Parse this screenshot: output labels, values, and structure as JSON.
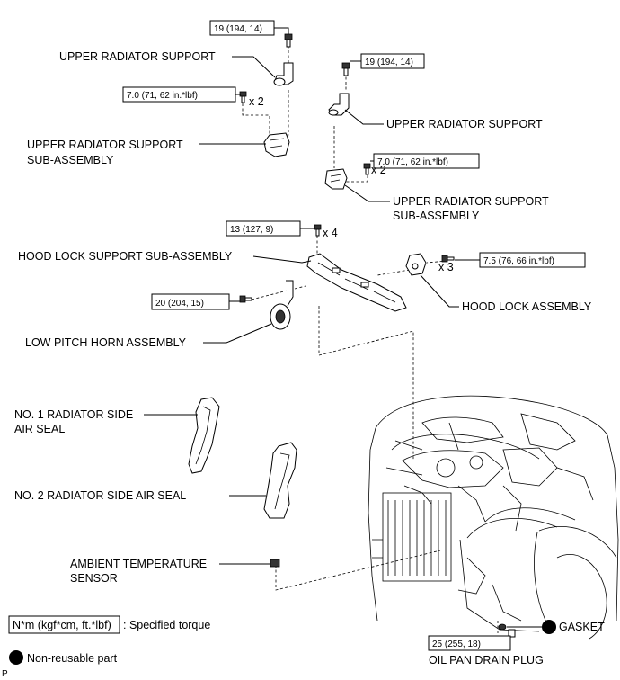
{
  "labels": {
    "upper_support_left": "UPPER RADIATOR SUPPORT",
    "upper_support_sub_left_1": "UPPER RADIATOR SUPPORT",
    "upper_support_sub_left_2": "SUB-ASSEMBLY",
    "upper_support_right": "UPPER RADIATOR SUPPORT",
    "upper_support_sub_right_1": "UPPER RADIATOR SUPPORT",
    "upper_support_sub_right_2": "SUB-ASSEMBLY",
    "hood_lock_support": "HOOD LOCK SUPPORT SUB-ASSEMBLY",
    "hood_lock_assembly": "HOOD LOCK ASSEMBLY",
    "low_pitch_horn": "LOW PITCH HORN ASSEMBLY",
    "no1_seal_1": "NO. 1 RADIATOR SIDE",
    "no1_seal_2": "AIR SEAL",
    "no2_seal": "NO. 2 RADIATOR SIDE AIR SEAL",
    "ambient_1": "AMBIENT TEMPERATURE",
    "ambient_2": "SENSOR",
    "gasket": "GASKET",
    "oil_pan_plug": "OIL PAN DRAIN PLUG"
  },
  "torques": {
    "t1": "19 (194, 14)",
    "t2": "19 (194, 14)",
    "t3": "7.0 (71, 62 in.*lbf)",
    "t4": "7.0 (71, 62 in.*lbf)",
    "t5": "13 (127, 9)",
    "t6": "7.5 (76, 66 in.*lbf)",
    "t7": "20 (204, 15)",
    "t8": "25 (255, 18)"
  },
  "multipliers": {
    "m1": "x 2",
    "m2": "x 2",
    "m3": "x 4",
    "m4": "x 3"
  },
  "legend": {
    "torque_key": "N*m (kgf*cm, ft.*lbf)",
    "torque_desc": ": Specified torque",
    "nonreusable": "Non-reusable part"
  },
  "page_marker": "P"
}
